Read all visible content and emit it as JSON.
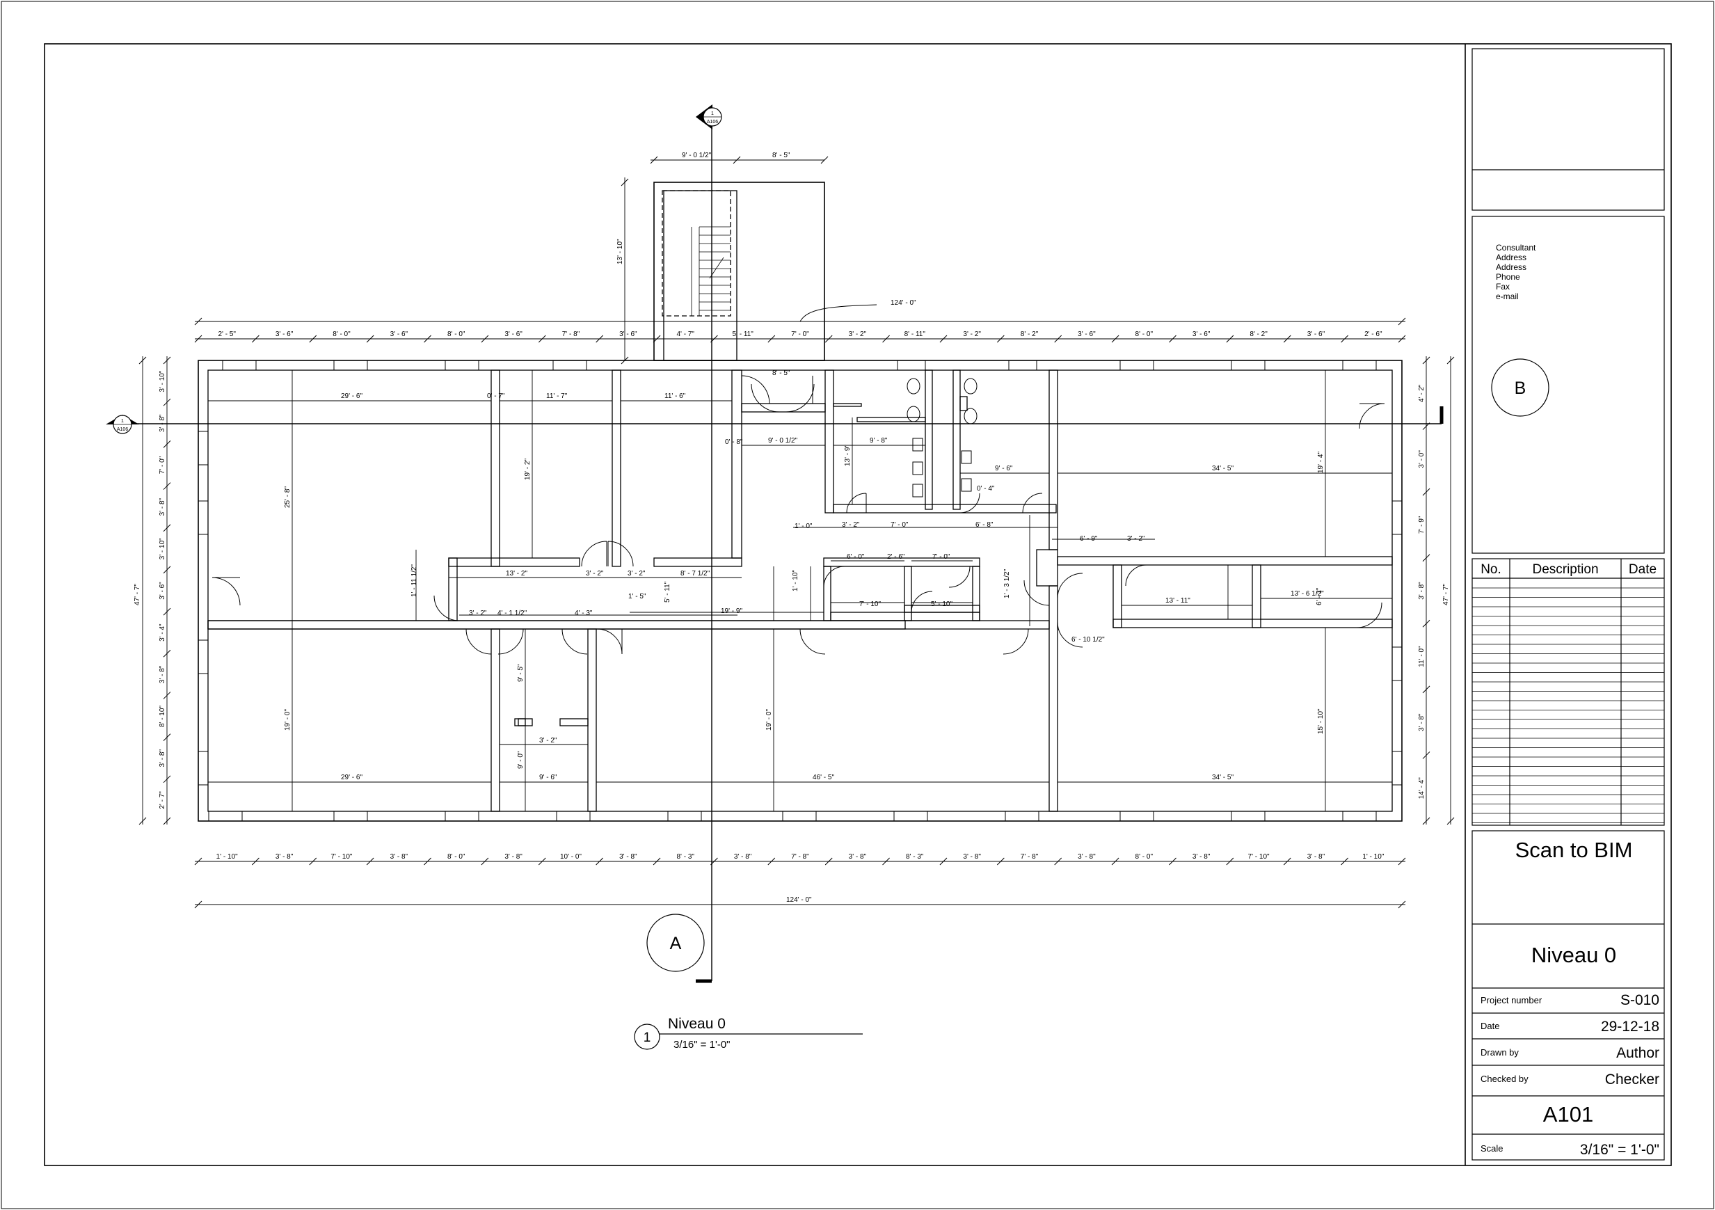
{
  "consultant": {
    "lines": [
      "Consultant",
      "Address",
      "Address",
      "Phone",
      "Fax",
      "e-mail"
    ]
  },
  "markers": {
    "grid_a": "A",
    "grid_b": "B",
    "section_number": "1",
    "section_ref": "A106"
  },
  "revisions": {
    "col_no": "No.",
    "col_description": "Description",
    "col_date": "Date"
  },
  "title_block": {
    "project_name": "Scan to BIM",
    "sheet_name": "Niveau 0",
    "project_number_label": "Project number",
    "project_number": "S-010",
    "date_label": "Date",
    "date": "29-12-18",
    "drawn_by_label": "Drawn by",
    "drawn_by": "Author",
    "checked_by_label": "Checked by",
    "checked_by": "Checker",
    "sheet_number": "A101",
    "scale_label": "Scale",
    "scale": "3/16\" = 1'-0\""
  },
  "view_title": {
    "number": "1",
    "name": "Niveau 0",
    "scale": "3/16\" = 1'-0\""
  },
  "dimensions": {
    "overall_top": "124' - 0\"",
    "overall_bottom": "124' - 0\"",
    "overall_left": "47' - 7\"",
    "overall_right": "47' - 7\"",
    "stair_w1": "9' - 0 1/2\"",
    "stair_w2": "8' - 5\"",
    "stair_h": "13' - 10\"",
    "top_chain": [
      "2' - 5\"",
      "3' - 6\"",
      "8' - 0\"",
      "3' - 6\"",
      "8' - 0\"",
      "3' - 6\"",
      "7' - 8\"",
      "3' - 6\"",
      "4' - 7\"",
      "5' - 11\"",
      "7' - 0\"",
      "3' - 2\"",
      "8' - 11\"",
      "3' - 2\"",
      "8' - 2\"",
      "3' - 6\"",
      "8' - 0\"",
      "3' - 6\"",
      "8' - 2\"",
      "3' - 6\"",
      "2' - 6\""
    ],
    "bottom_chain": [
      "1' - 10\"",
      "3' - 8\"",
      "7' - 10\"",
      "3' - 8\"",
      "8' - 0\"",
      "3' - 8\"",
      "10' - 0\"",
      "3' - 8\"",
      "8' - 3\"",
      "3' - 8\"",
      "7' - 8\"",
      "3' - 8\"",
      "8' - 3\"",
      "3' - 8\"",
      "7' - 8\"",
      "3' - 8\"",
      "8' - 0\"",
      "3' - 8\"",
      "7' - 10\"",
      "3' - 8\"",
      "1' - 10\""
    ],
    "left_chain": [
      "3' - 10\"",
      "3' - 8\"",
      "7' - 0\"",
      "3' - 8\"",
      "3' - 10\"",
      "3' - 6\"",
      "3' - 4\"",
      "3' - 8\"",
      "8' - 10\"",
      "3' - 8\"",
      "2' - 7\""
    ],
    "right_chain": [
      "4' - 2\"",
      "3' - 0\"",
      "7' - 9\"",
      "3' - 8\"",
      "11' - 0\"",
      "3' - 8\"",
      "14' - 4\""
    ],
    "room_a_w": "29' - 6\"",
    "room_a_h": "25' - 8\"",
    "room_b_w": "11' - 7\"",
    "room_b_h": "19' - 2\"",
    "room_c_w": "11' - 6\"",
    "corr_1": "13' - 2\"",
    "corr_2": "3' - 2\"",
    "corr_3": "3' - 2\"",
    "corr_4": "8' - 7 1/2\"",
    "corr_5": "19' - 9\"",
    "corr_6": "5' - 11\"",
    "corr_7": "1' - 5\"",
    "room_d_w": "29' - 6\"",
    "room_d_h": "19' - 0\"",
    "room_e_w": "9' - 6\"",
    "room_e_h": "9' - 5\"",
    "room_e_h2": "9' - 0\"",
    "room_f_w": "46' - 5\"",
    "room_f_h": "19' - 0\"",
    "room_g_w": "34' - 5\"",
    "room_g_h": "15' - 10\"",
    "room_h_w": "34' - 5\"",
    "room_h_h": "19' - 4\"",
    "room_i_w": "13' - 11\"",
    "room_j_w": "13' - 6 1/2\"",
    "wc_1": "9' - 0 1/2\"",
    "wc_2": "9' - 8\"",
    "wc_3": "9' - 6\"",
    "wc_4": "7' - 0\"",
    "wc_5": "6' - 8\"",
    "wc_6": "3' - 2\"",
    "wc_7": "8' - 5\"",
    "small_1": "6' - 0\"",
    "small_2": "7' - 0\"",
    "small_3": "7' - 10\"",
    "small_4": "5' - 10\"",
    "small_5": "2' - 6\"",
    "misc_1": "6' - 9\"",
    "misc_2": "3' - 2\"",
    "misc_3": "6' - 10 1/2\"",
    "misc_4": "1' - 3 1/2\"",
    "misc_5": "1' - 11 1/2\"",
    "misc_6": "3' - 2\"",
    "misc_7": "4' - 1 1/2\"",
    "misc_8": "4' - 3\"",
    "misc_9": "1' - 10\"",
    "misc_10": "1' - 0\"",
    "misc_11": "0' - 4\"",
    "misc_12": "0' - 7\"",
    "misc_13": "0' - 8\"",
    "misc_14": "13' - 9\"",
    "misc_15": "3' - 2\"",
    "misc_16": "6' - 1\""
  }
}
